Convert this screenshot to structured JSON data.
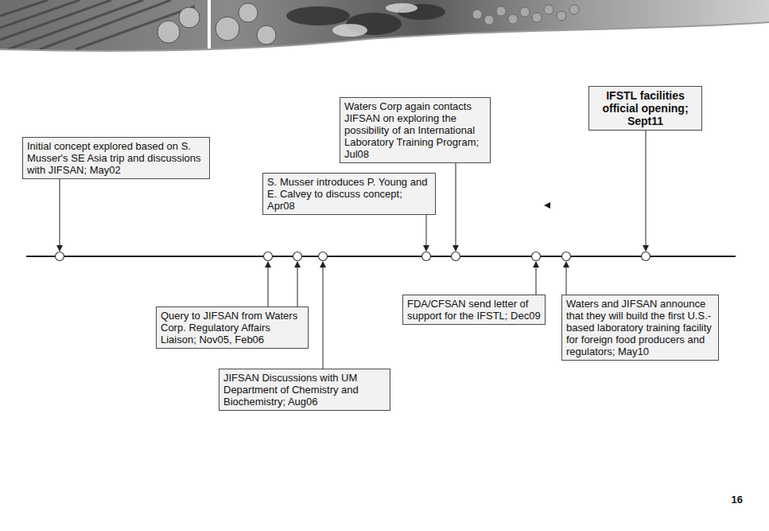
{
  "diagram": {
    "nodes": [
      {
        "text": [
          "Initial concept explored based on S. Musser's SE Asia trip and discussions with JIFSAN; May02"
        ]
      },
      {
        "text": [
          "Query to JIFSAN from Waters Corp. Regulatory Affairs Liaison; Nov05, Feb06"
        ]
      },
      {
        "text": [
          "JIFSAN Discussions with UM Department of Chemistry and Biochemistry; Aug06"
        ]
      },
      {
        "text": [
          "S. Musser introduces P. Young and E. Calvey to discuss concept; Apr08"
        ]
      },
      {
        "text": [
          "Waters Corp again contacts JIFSAN on exploring the possibility of an International Laboratory Training Program; Jul08"
        ]
      },
      {
        "text": [
          "FDA/CFSAN send letter of support for the IFSTL; Dec09"
        ]
      },
      {
        "text": [
          "Waters and JIFSAN announce that they will build the first U.S.-based laboratory training facility for foreign food producers and regulators; May10"
        ]
      },
      {
        "text": [
          "IFSTL facilities official opening; Sept11"
        ]
      }
    ],
    "labels": [
      "16"
    ]
  }
}
